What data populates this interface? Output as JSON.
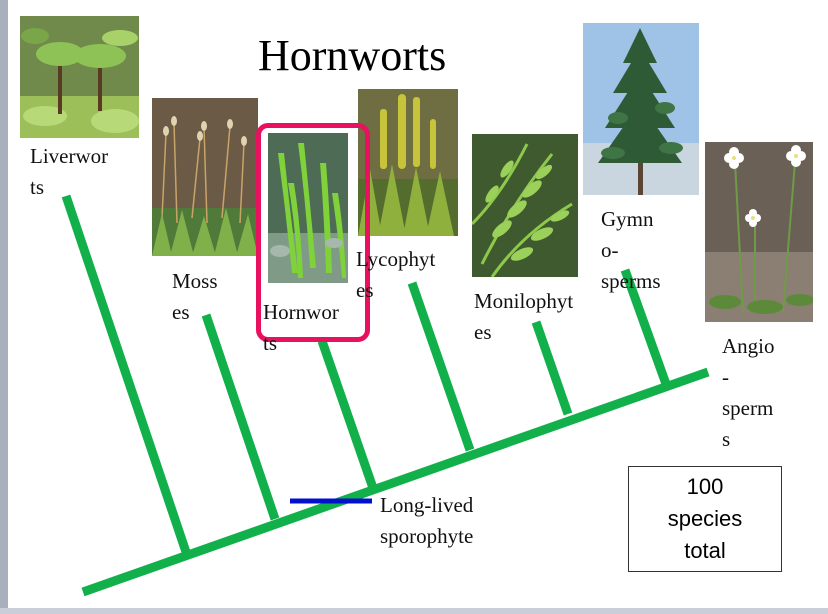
{
  "title": "Hornworts",
  "taxa": [
    {
      "id": "liverworts",
      "label": "Liverwor\nts"
    },
    {
      "id": "mosses",
      "label": "Moss\nes"
    },
    {
      "id": "hornworts",
      "label": "Hornwor\nts"
    },
    {
      "id": "lycophytes",
      "label": "Lycophyt\nes"
    },
    {
      "id": "monilophytes",
      "label": "Monilophyt\nes"
    },
    {
      "id": "gymnosperms",
      "label": "Gymn\no-\nsperms"
    },
    {
      "id": "angiosperms",
      "label": "Angio\n-\nsperm\ns"
    }
  ],
  "trait_marker": {
    "label": "Long-lived\nsporophyte",
    "color": "#0010cc"
  },
  "species_box": {
    "text": "100\nspecies\ntotal"
  },
  "colors": {
    "tree": "#12b04a",
    "highlight": "#e8115f"
  }
}
